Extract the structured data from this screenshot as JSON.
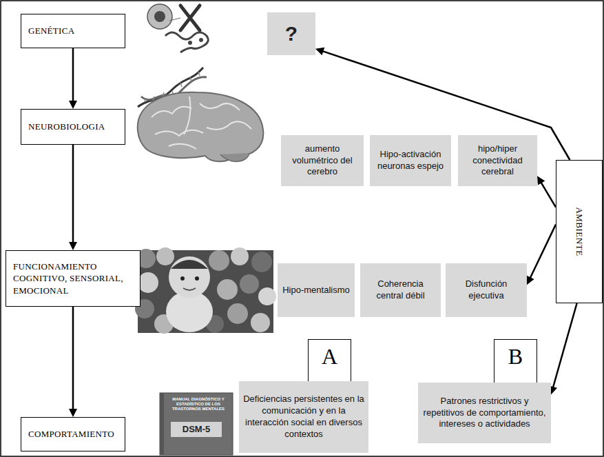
{
  "diagram": {
    "nodes": [
      {
        "text": [
          "GENÉTICA"
        ]
      },
      {
        "text": [
          "?"
        ]
      },
      {
        "text": [
          "NEUROBIOLOGIA"
        ]
      },
      {
        "text": [
          "aumento volumétrico del cerebro"
        ]
      },
      {
        "text": [
          "Hipo-activación neuronas espejo"
        ]
      },
      {
        "text": [
          "hipo/hiper conectividad cerebral"
        ]
      },
      {
        "text": [
          "AMBIENTE"
        ]
      },
      {
        "text": [
          "FUNCIONAMIENTO COGNITIVO, SENSORIAL, EMOCIONAL"
        ]
      },
      {
        "text": [
          "Hipo-mentalismo"
        ]
      },
      {
        "text": [
          "Coherencia central débil"
        ]
      },
      {
        "text": [
          "Disfunción ejecutiva"
        ]
      },
      {
        "text": [
          "COMPORTAMIENTO"
        ]
      },
      {
        "text": [
          "A"
        ]
      },
      {
        "text": [
          "Deficiencias persistentes en la comunicación y en la interacción social en diversos contextos"
        ]
      },
      {
        "text": [
          "B"
        ]
      },
      {
        "text": [
          "Patrones restrictivos y repetitivos de comportamiento, intereses o actividades"
        ]
      }
    ],
    "edges": [
      {
        "from": 0,
        "to": 2,
        "arrow": "to"
      },
      {
        "from": 2,
        "to": 7,
        "arrow": "to"
      },
      {
        "from": 7,
        "to": 11,
        "arrow": "to"
      },
      {
        "from": 6,
        "to": 1,
        "arrow": "to"
      },
      {
        "from": 6,
        "to": 5,
        "arrow": "to"
      },
      {
        "from": 6,
        "to": 10,
        "arrow": "to"
      },
      {
        "from": 6,
        "to": 15,
        "arrow": "to"
      }
    ],
    "labels": [
      "MANUAL DIAGNÓSTICO Y ESTADÍSTICO DE LOS TRASTORNOS MENTALES",
      "DSM-5"
    ]
  }
}
